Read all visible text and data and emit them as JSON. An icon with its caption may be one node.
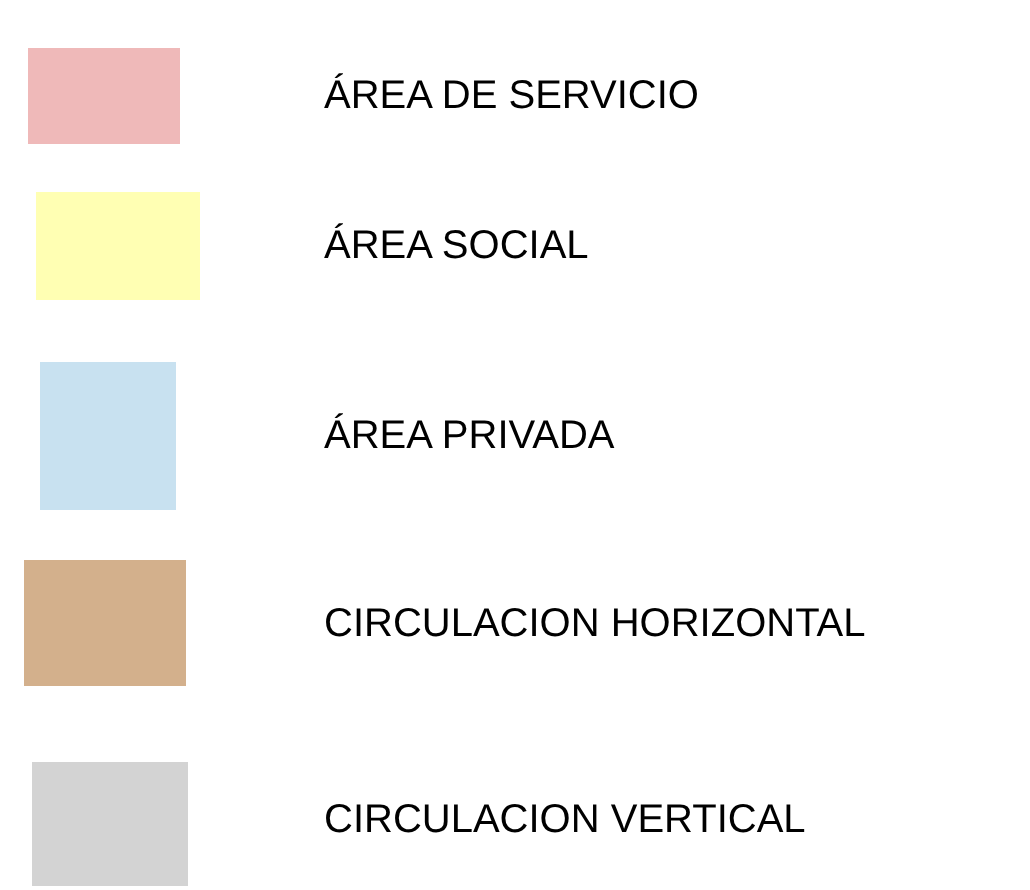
{
  "diagram": {
    "legend": [
      {
        "text": "ÁREA DE SERVICIO",
        "color": "#efb9b9"
      },
      {
        "text": "ÁREA SOCIAL",
        "color": "#ffffb3"
      },
      {
        "text": "ÁREA PRIVADA",
        "color": "#c8e1f0"
      },
      {
        "text": "CIRCULACION HORIZONTAL",
        "color": "#d3b08c"
      },
      {
        "text": "CIRCULACION VERTICAL",
        "color": "#d3d3d3"
      }
    ]
  }
}
